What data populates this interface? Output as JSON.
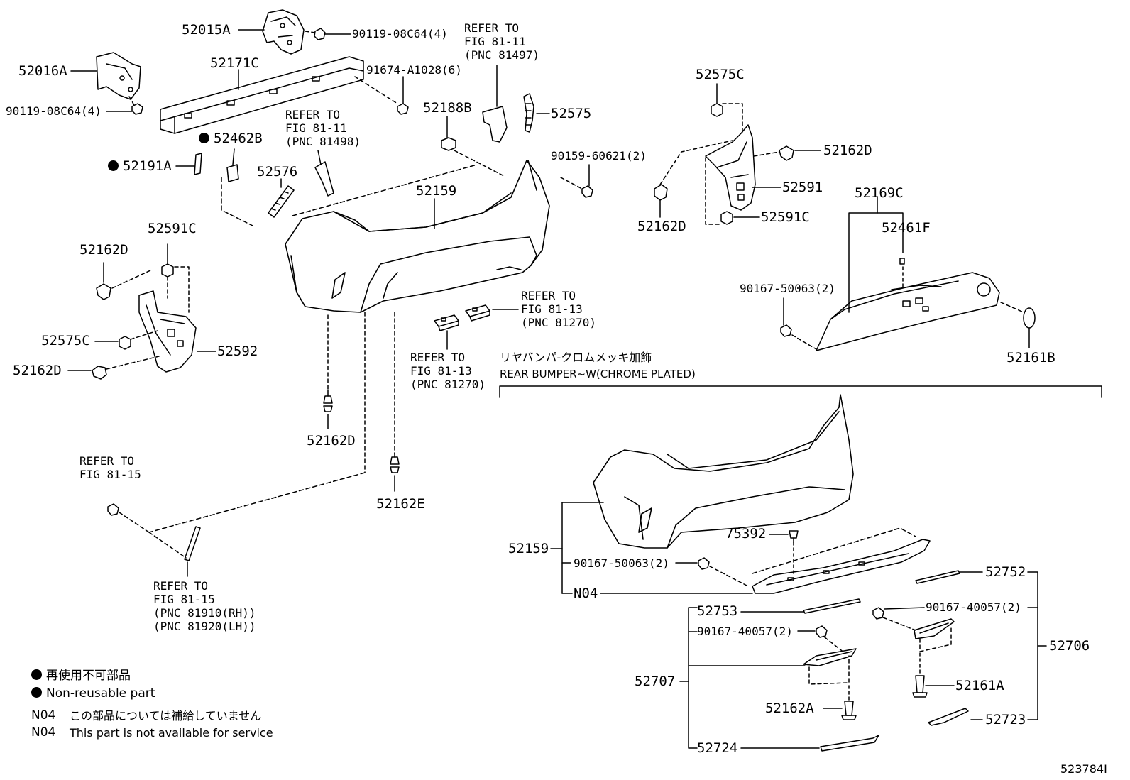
{
  "parts": {
    "p52015A": "52015A",
    "p90119_a": "90119-08C64(4)",
    "p52016A": "52016A",
    "p52171C": "52171C",
    "p91674": "91674-A1028(6)",
    "p90119_b": "90119-08C64(4)",
    "p52462B": "52462B",
    "p52191A": "52191A",
    "p52576": "52576",
    "p52188B": "52188B",
    "p52575": "52575",
    "p90159": "90159-60621(2)",
    "p52159_top": "52159",
    "p52591C_l": "52591C",
    "p52162D_l1": "52162D",
    "p52575C_l": "52575C",
    "p52162D_l2": "52162D",
    "p52592": "52592",
    "p52162D_mid": "52162D",
    "p52162E": "52162E",
    "p52575C_r": "52575C",
    "p52162D_r1": "52162D",
    "p52591": "52591",
    "p52162D_r2": "52162D",
    "p52591C_r": "52591C",
    "p52169C": "52169C",
    "p52461F": "52461F",
    "p90167_r": "90167-50063(2)",
    "p52161B": "52161B",
    "p75392": "75392",
    "p52159_bot": "52159",
    "p90167_b": "90167-50063(2)",
    "pN04": "N04",
    "p52752": "52752",
    "p52753": "52753",
    "p90167_40057_l": "90167-40057(2)",
    "p90167_40057_r": "90167-40057(2)",
    "p52706": "52706",
    "p52707": "52707",
    "p52161A": "52161A",
    "p52162A": "52162A",
    "p52723": "52723",
    "p52724": "52724"
  },
  "refs": {
    "r81497": "REFER TO\nFIG 81-11\n(PNC 81497)",
    "r81498": "REFER TO\nFIG 81-11\n(PNC 81498)",
    "r81270_a": "REFER TO\nFIG 81-13\n(PNC 81270)",
    "r81270_b": "REFER TO\nFIG 81-13\n(PNC 81270)",
    "r8115_a": "REFER TO\nFIG 81-15",
    "r8115_b": "REFER TO\nFIG 81-15\n(PNC 81910(RH))\n(PNC 81920(LH))"
  },
  "section": {
    "title_jp": "リヤバンパ-クロムメッキ加飾",
    "title_en": "REAR BUMPER~W(CHROME PLATED)"
  },
  "legend": {
    "jp_nonreusable": "再使用不可部品",
    "en_nonreusable": "Non-reusable part",
    "n04_code_1": "N04",
    "n04_jp": "この部品については補給していません",
    "n04_code_2": "N04",
    "n04_en": "This part is not available for service"
  },
  "figure_id": "523784I"
}
